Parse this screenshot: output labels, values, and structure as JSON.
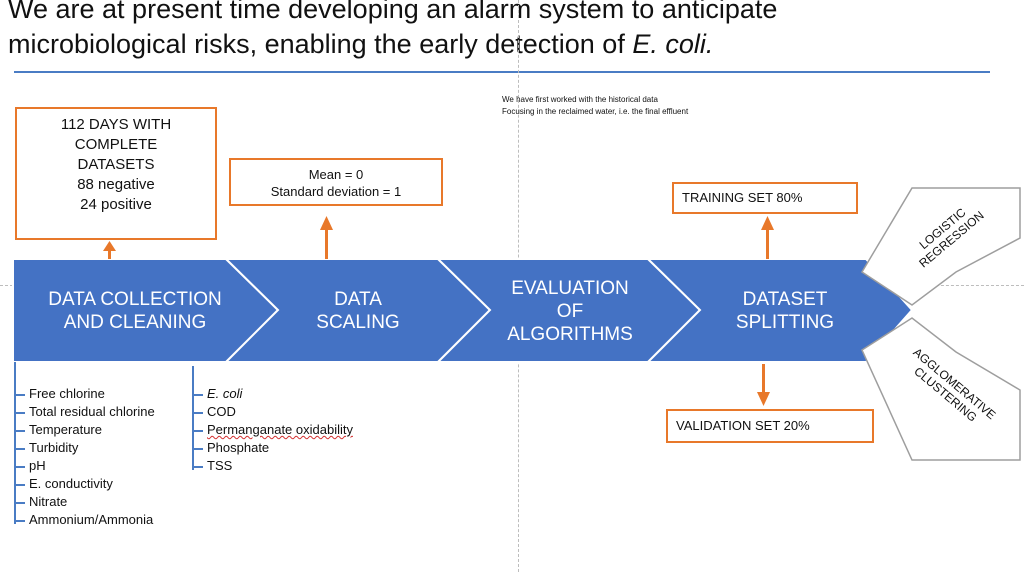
{
  "title": {
    "line1": "We are at present time developing an alarm system to anticipate",
    "line2_prefix": "microbiological risks, enabling the early detection of ",
    "line2_italic": "E. coli."
  },
  "note": {
    "line1": "We have first worked with the historical data",
    "line2": "Focusing in the reclaimed water, i.e. the final effluent"
  },
  "days_box": {
    "lines": [
      "112 DAYS WITH",
      "COMPLETE",
      "DATASETS",
      "88 negative",
      "24 positive"
    ]
  },
  "scaling_box": {
    "line1": "Mean = 0",
    "line2": "Standard deviation = 1"
  },
  "stages": [
    {
      "line1": "DATA COLLECTION",
      "line2": "AND CLEANING"
    },
    {
      "line1": "DATA",
      "line2": "SCALING"
    },
    {
      "line1": "EVALUATION",
      "line2": "OF",
      "line3": "ALGORITHMS"
    },
    {
      "line1": "DATASET",
      "line2": "SPLITTING"
    }
  ],
  "training_set": "TRAINING SET 80%",
  "validation_set": "VALIDATION SET 20%",
  "outputs": [
    {
      "line1": "LOGISTIC",
      "line2": "REGRESSION"
    },
    {
      "line1": "AGGLOMERATIVE",
      "line2": "CLUSTERING"
    }
  ],
  "variables_left": [
    "Free chlorine",
    "Total residual chlorine",
    "Temperature",
    "Turbidity",
    "pH",
    "E. conductivity",
    "Nitrate",
    "Ammonium/Ammonia"
  ],
  "variables_right": [
    "E. coli",
    "COD",
    "Permanganate oxidability",
    "Phosphate",
    "TSS"
  ],
  "colors": {
    "chevron": "#4472c4",
    "box_border": "#e8782a",
    "rule": "#4a7cc4"
  }
}
